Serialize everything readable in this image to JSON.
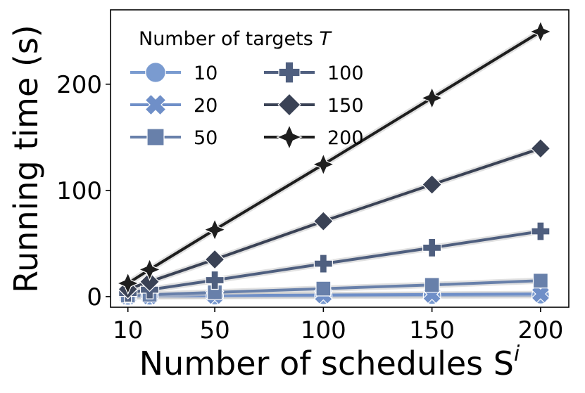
{
  "chart_data": {
    "type": "line",
    "xlabel": "Number of schedules S",
    "xlabel_superscript": "i",
    "ylabel": "Running time (s)",
    "x": [
      10,
      20,
      50,
      100,
      150,
      200
    ],
    "xticks": [
      10,
      50,
      100,
      150,
      200
    ],
    "yticks": [
      0,
      100,
      200
    ],
    "xlim": [
      2,
      213
    ],
    "ylim": [
      -10,
      270
    ],
    "grid": false,
    "legend": {
      "title": "Number of targets",
      "title_italic": "T",
      "position": "top-left",
      "columns": 2
    },
    "series": [
      {
        "name": "10",
        "marker": "circle",
        "color": "#7a9bd0",
        "values": [
          0.2,
          0.3,
          0.5,
          0.8,
          1.0,
          1.3
        ]
      },
      {
        "name": "20",
        "marker": "x",
        "color": "#6f8fc8",
        "values": [
          0.4,
          0.6,
          1.0,
          1.5,
          2.0,
          2.5
        ]
      },
      {
        "name": "50",
        "marker": "square",
        "color": "#6880aa",
        "values": [
          1.0,
          1.8,
          4.0,
          7.5,
          11.0,
          15.0
        ]
      },
      {
        "name": "100",
        "marker": "plus",
        "color": "#4f5f7f",
        "values": [
          3.5,
          6.5,
          15.5,
          31.0,
          46.0,
          61.5
        ]
      },
      {
        "name": "150",
        "marker": "diamond",
        "color": "#3a4255",
        "values": [
          7.0,
          14.0,
          35.0,
          71.0,
          105.5,
          139.5
        ]
      },
      {
        "name": "200",
        "marker": "star4",
        "color": "#1e1e1e",
        "values": [
          12.5,
          25.5,
          63.0,
          124.5,
          187.0,
          249.5
        ]
      }
    ]
  }
}
